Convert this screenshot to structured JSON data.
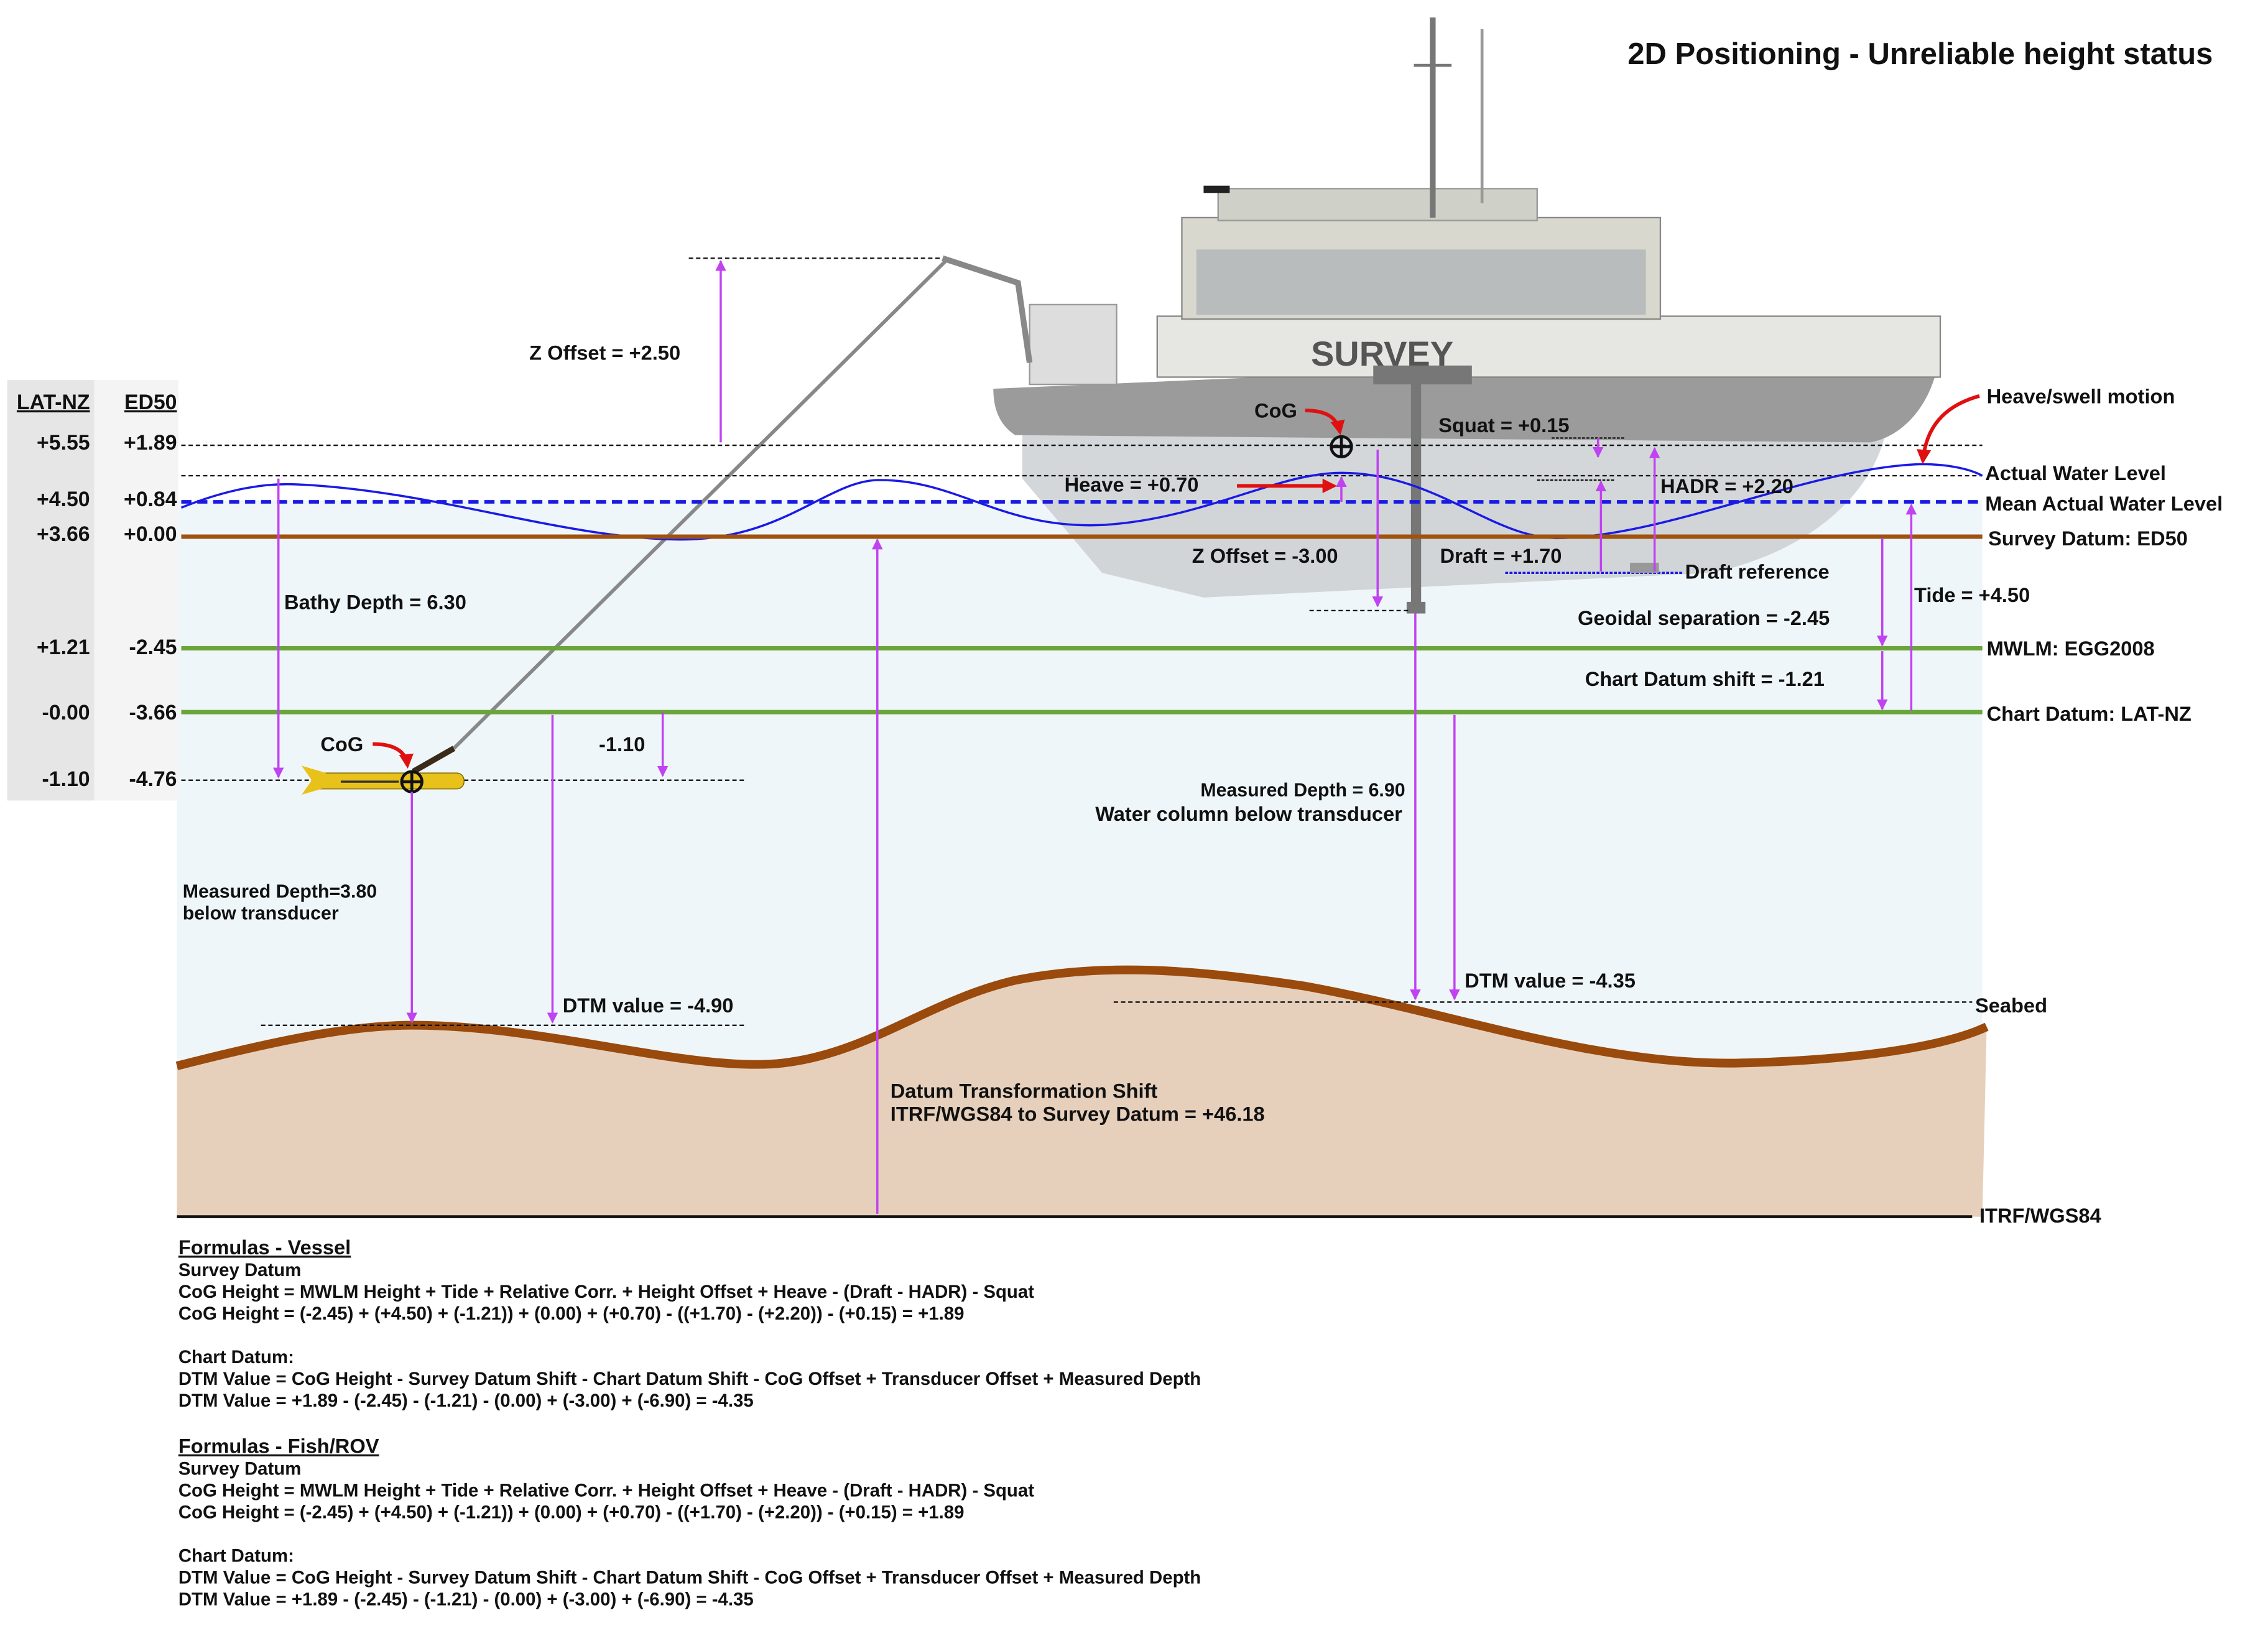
{
  "title": "2D Positioning - Unreliable height status",
  "datum_table": {
    "headers": [
      "LAT-NZ",
      "ED50"
    ],
    "rows": [
      [
        "+5.55",
        "+1.89"
      ],
      [
        "+4.50",
        "+0.84"
      ],
      [
        "+3.66",
        "+0.00"
      ],
      [
        "+1.21",
        "-2.45"
      ],
      [
        "-0.00",
        "-3.66"
      ],
      [
        "-1.10",
        "-4.76"
      ]
    ]
  },
  "level_labels": {
    "heave_swell": "Heave/swell motion",
    "actual_water": "Actual Water Level",
    "mean_actual_water": "Mean Actual Water Level",
    "survey_datum": "Survey Datum: ED50",
    "mwlm": "MWLM: EGG2008",
    "chart_datum": "Chart Datum: LAT-NZ",
    "seabed": "Seabed",
    "itrf": "ITRF/WGS84"
  },
  "annotations": {
    "z_offset_fish": "Z Offset = +2.50",
    "cog_vessel": "CoG",
    "squat": "Squat = +0.15",
    "heave": "Heave = +0.70",
    "hadr": "HADR = +2.20",
    "z_offset_vessel": "Z Offset = -3.00",
    "draft": "Draft = +1.70",
    "draft_reference": "Draft reference",
    "tide": "Tide = +4.50",
    "geoidal_separation": "Geoidal separation = -2.45",
    "chart_datum_shift": "Chart Datum shift = -1.21",
    "bathy_depth": "Bathy Depth = 6.30",
    "cog_fish": "CoG",
    "fish_offset": "-1.10",
    "measured_depth_vessel_1": "Measured Depth = 6.90",
    "measured_depth_vessel_2": "Water column below transducer",
    "measured_depth_fish_1": "Measured Depth=3.80",
    "measured_depth_fish_2": "below transducer",
    "dtm_fish": "DTM value = -4.90",
    "dtm_vessel": "DTM value = -4.35",
    "datum_shift_1": "Datum Transformation Shift",
    "datum_shift_2": "ITRF/WGS84 to Survey Datum = +46.18",
    "vessel_name": "SURVEY"
  },
  "formulas": {
    "vessel": {
      "heading": "Formulas - Vessel",
      "survey_heading": "Survey Datum",
      "survey_formula": "CoG Height = MWLM Height + Tide + Relative Corr. + Height Offset + Heave - (Draft - HADR) - Squat",
      "survey_values": "CoG Height = (-2.45) + (+4.50) + (-1.21)) + (0.00) + (+0.70) - ((+1.70) - (+2.20)) - (+0.15) = +1.89",
      "chart_heading": "Chart Datum:",
      "chart_formula": "DTM Value = CoG Height - Survey Datum Shift - Chart Datum Shift - CoG Offset + Transducer Offset + Measured Depth",
      "chart_values": "DTM Value = +1.89 - (-2.45) - (-1.21) - (0.00) + (-3.00) + (-6.90) = -4.35"
    },
    "fish": {
      "heading": "Formulas - Fish/ROV",
      "survey_heading": "Survey Datum",
      "survey_formula": "CoG Height = MWLM Height + Tide + Relative Corr. + Height Offset + Heave - (Draft - HADR) - Squat",
      "survey_values": "CoG Height = (-2.45) + (+4.50) + (-1.21)) + (0.00) + (+0.70) - ((+1.70) - (+2.20)) - (+0.15) = +1.89",
      "chart_heading": "Chart Datum:",
      "chart_formula": "DTM Value = CoG Height - Survey Datum Shift - Chart Datum Shift - CoG Offset + Transducer Offset + Measured Depth",
      "chart_values": "DTM Value = +1.89 - (-2.45) - (-1.21) - (0.00) + (-3.00) + (-6.90) = -4.35"
    }
  },
  "colors": {
    "water": "#eef6f9",
    "seabed_fill": "#e6d0bc",
    "seabed_line": "#9a4a0c",
    "survey_datum": "#a0520f",
    "green_datum": "#6aa539",
    "mean_water": "#1a1ae6",
    "measure_arrow": "#c042f0",
    "pointer_arrow": "#e01010"
  }
}
